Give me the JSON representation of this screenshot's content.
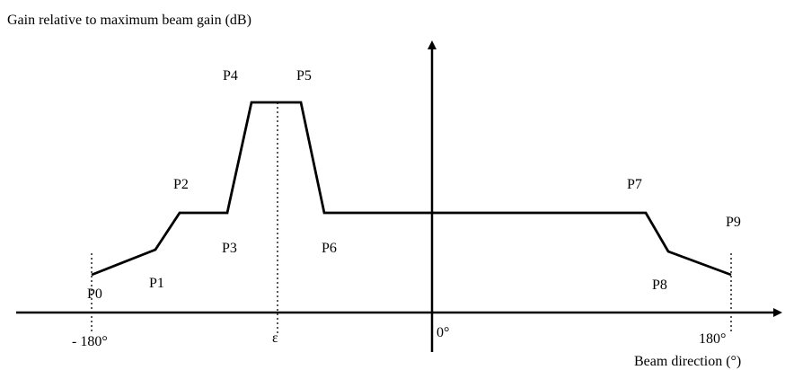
{
  "labels": {
    "y_axis_title": "Gain relative to maximum beam gain (dB)",
    "x_axis_title": "Beam direction (°)",
    "tick_minus_180": "- 180°",
    "tick_epsilon": "ε",
    "tick_zero": "0°",
    "tick_180": "180°"
  },
  "points": [
    {
      "id": "P0",
      "label": "P0"
    },
    {
      "id": "P1",
      "label": "P1"
    },
    {
      "id": "P2",
      "label": "P2"
    },
    {
      "id": "P3",
      "label": "P3"
    },
    {
      "id": "P4",
      "label": "P4"
    },
    {
      "id": "P5",
      "label": "P5"
    },
    {
      "id": "P6",
      "label": "P6"
    },
    {
      "id": "P7",
      "label": "P7"
    },
    {
      "id": "P8",
      "label": "P8"
    },
    {
      "id": "P9",
      "label": "P9"
    }
  ]
}
